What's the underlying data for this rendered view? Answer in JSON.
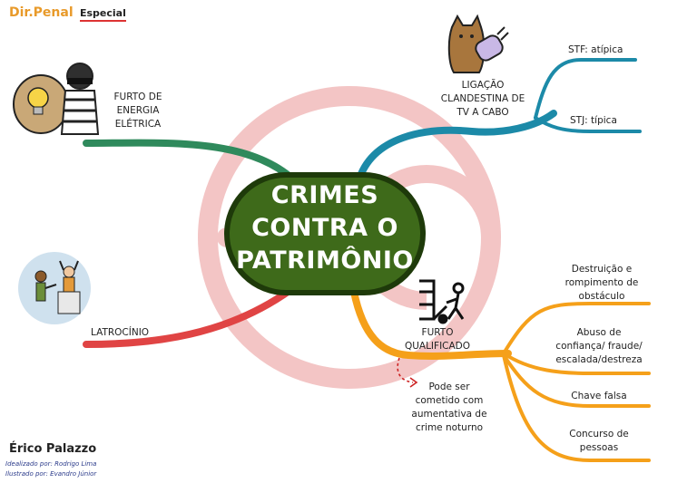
{
  "brand": {
    "title": "Dir.Penal",
    "subtitle": "Especial"
  },
  "center": {
    "line1": "CRIMES",
    "line2": "CONTRA O",
    "line3": "PATRIMÔNIO"
  },
  "branches": {
    "energia": "FURTO DE\nENERGIA\nELÉTRICA",
    "ligacao": "LIGAÇÃO\nCLANDESTINA DE\nTV A CABO",
    "stf": "STF: atípica",
    "stj": "STJ: típica",
    "latrocinio": "LATROCÍNIO",
    "qualificado": "FURTO\nQUALIFICADO",
    "noturno": "Pode ser\ncometido com\naumentativa de\ncrime noturno",
    "destruicao": "Destruição e\nrompimento de\nobstáculo",
    "abuso": "Abuso de\nconfiança/ fraude/\nescalada/destreza",
    "chave": "Chave falsa",
    "concurso": "Concurso de\npessoas"
  },
  "footer": {
    "author": "Érico Palazzo",
    "idealizado": "Idealizado por: Rodrigo Lima",
    "ilustrado": "Ilustrado por: Evandro Júnior"
  },
  "colors": {
    "teal": "#1c8aa8",
    "orange": "#f5a01a",
    "green": "#2f8a5c",
    "red": "#e04444",
    "center_fill": "#3e6a1a",
    "watermark": "#f3c5c5",
    "text": "#222222"
  },
  "icons": [
    "lightbulb-thief-icon",
    "cat-plug-icon",
    "robbery-scene-icon",
    "dolly-thief-icon"
  ]
}
